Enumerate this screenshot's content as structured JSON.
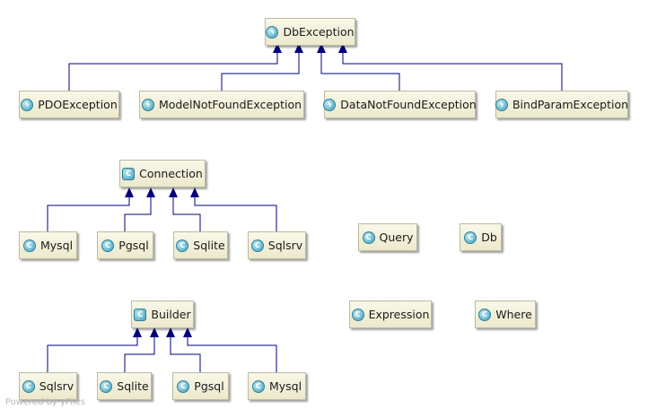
{
  "nodes": {
    "dbexception": {
      "label": "DbException",
      "icon": "exception-icon"
    },
    "pdoexception": {
      "label": "PDOException",
      "icon": "exception-icon"
    },
    "modelnotfound": {
      "label": "ModelNotFoundException",
      "icon": "exception-icon"
    },
    "datanotfound": {
      "label": "DataNotFoundException",
      "icon": "exception-icon"
    },
    "bindparam": {
      "label": "BindParamException",
      "icon": "exception-icon"
    },
    "connection": {
      "label": "Connection",
      "icon": "abstract-class-icon"
    },
    "conn_mysql": {
      "label": "Mysql",
      "icon": "class-icon"
    },
    "conn_pgsql": {
      "label": "Pgsql",
      "icon": "class-icon"
    },
    "conn_sqlite": {
      "label": "Sqlite",
      "icon": "class-icon"
    },
    "conn_sqlsrv": {
      "label": "Sqlsrv",
      "icon": "class-icon"
    },
    "query": {
      "label": "Query",
      "icon": "class-icon"
    },
    "db": {
      "label": "Db",
      "icon": "class-icon"
    },
    "builder": {
      "label": "Builder",
      "icon": "abstract-class-icon"
    },
    "expression": {
      "label": "Expression",
      "icon": "class-icon"
    },
    "where": {
      "label": "Where",
      "icon": "class-icon"
    },
    "build_sqlsrv": {
      "label": "Sqlsrv",
      "icon": "class-icon"
    },
    "build_sqlite": {
      "label": "Sqlite",
      "icon": "class-icon"
    },
    "build_pgsql": {
      "label": "Pgsql",
      "icon": "class-icon"
    },
    "build_mysql": {
      "label": "Mysql",
      "icon": "class-icon"
    }
  },
  "watermark": "Powered by yFiles",
  "colors": {
    "edge": "#00007f",
    "node_fill": "#ece9cc",
    "class_icon": "#3d9fbd",
    "exception_icon": "#3d9fbd"
  }
}
